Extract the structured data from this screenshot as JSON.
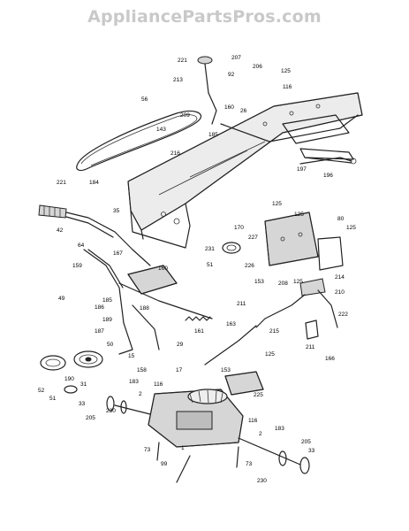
{
  "watermark": "AppliancePartsPros.com",
  "callouts": [
    {
      "id": "c221a",
      "text": "221"
    },
    {
      "id": "c213",
      "text": "213"
    },
    {
      "id": "c207",
      "text": "207"
    },
    {
      "id": "c206",
      "text": "206"
    },
    {
      "id": "c125a",
      "text": "125"
    },
    {
      "id": "c92",
      "text": "92"
    },
    {
      "id": "c116a",
      "text": "116"
    },
    {
      "id": "c26",
      "text": "26"
    },
    {
      "id": "c56",
      "text": "56"
    },
    {
      "id": "c160a",
      "text": "160"
    },
    {
      "id": "c209",
      "text": "209"
    },
    {
      "id": "c143",
      "text": "143"
    },
    {
      "id": "c185",
      "text": "185"
    },
    {
      "id": "c216",
      "text": "216"
    },
    {
      "id": "c197",
      "text": "197"
    },
    {
      "id": "c196",
      "text": "196"
    },
    {
      "id": "c221b",
      "text": "221"
    },
    {
      "id": "c184",
      "text": "184"
    },
    {
      "id": "c125b",
      "text": "125"
    },
    {
      "id": "c35",
      "text": "35"
    },
    {
      "id": "c125c",
      "text": "125"
    },
    {
      "id": "c80",
      "text": "80"
    },
    {
      "id": "c170",
      "text": "170"
    },
    {
      "id": "c42",
      "text": "42"
    },
    {
      "id": "c125d",
      "text": "125"
    },
    {
      "id": "c231",
      "text": "231"
    },
    {
      "id": "c227",
      "text": "227"
    },
    {
      "id": "c64",
      "text": "64"
    },
    {
      "id": "c167",
      "text": "167"
    },
    {
      "id": "c51a",
      "text": "51"
    },
    {
      "id": "c226",
      "text": "226"
    },
    {
      "id": "c159",
      "text": "159"
    },
    {
      "id": "c160b",
      "text": "160"
    },
    {
      "id": "c214",
      "text": "214"
    },
    {
      "id": "c153a",
      "text": "153"
    },
    {
      "id": "c208",
      "text": "208"
    },
    {
      "id": "c125e",
      "text": "125"
    },
    {
      "id": "c210",
      "text": "210"
    },
    {
      "id": "c49",
      "text": "49"
    },
    {
      "id": "c185b",
      "text": "185"
    },
    {
      "id": "c188",
      "text": "188"
    },
    {
      "id": "c211a",
      "text": "211"
    },
    {
      "id": "c186",
      "text": "186"
    },
    {
      "id": "c189",
      "text": "189"
    },
    {
      "id": "c222",
      "text": "222"
    },
    {
      "id": "c187",
      "text": "187"
    },
    {
      "id": "c161",
      "text": "161"
    },
    {
      "id": "c163",
      "text": "163"
    },
    {
      "id": "c215",
      "text": "215"
    },
    {
      "id": "c211b",
      "text": "211"
    },
    {
      "id": "c166",
      "text": "166"
    },
    {
      "id": "c50",
      "text": "50"
    },
    {
      "id": "c29",
      "text": "29"
    },
    {
      "id": "c15",
      "text": "15"
    },
    {
      "id": "c158",
      "text": "158"
    },
    {
      "id": "c125f",
      "text": "125"
    },
    {
      "id": "c17",
      "text": "17"
    },
    {
      "id": "c153b",
      "text": "153"
    },
    {
      "id": "c190",
      "text": "190"
    },
    {
      "id": "c31",
      "text": "31"
    },
    {
      "id": "c183a",
      "text": "183"
    },
    {
      "id": "c225",
      "text": "225"
    },
    {
      "id": "c52",
      "text": "52"
    },
    {
      "id": "c116b",
      "text": "116"
    },
    {
      "id": "c2a",
      "text": "2"
    },
    {
      "id": "c51b",
      "text": "51"
    },
    {
      "id": "c33a",
      "text": "33"
    },
    {
      "id": "c230a",
      "text": "230"
    },
    {
      "id": "c205a",
      "text": "205"
    },
    {
      "id": "c116c",
      "text": "116"
    },
    {
      "id": "c2b",
      "text": "2"
    },
    {
      "id": "c183b",
      "text": "183"
    },
    {
      "id": "c205b",
      "text": "205"
    },
    {
      "id": "c73a",
      "text": "73"
    },
    {
      "id": "c1",
      "text": "1"
    },
    {
      "id": "c33b",
      "text": "33"
    },
    {
      "id": "c99",
      "text": "99"
    },
    {
      "id": "c73b",
      "text": "73"
    },
    {
      "id": "c230b",
      "text": "230"
    }
  ]
}
